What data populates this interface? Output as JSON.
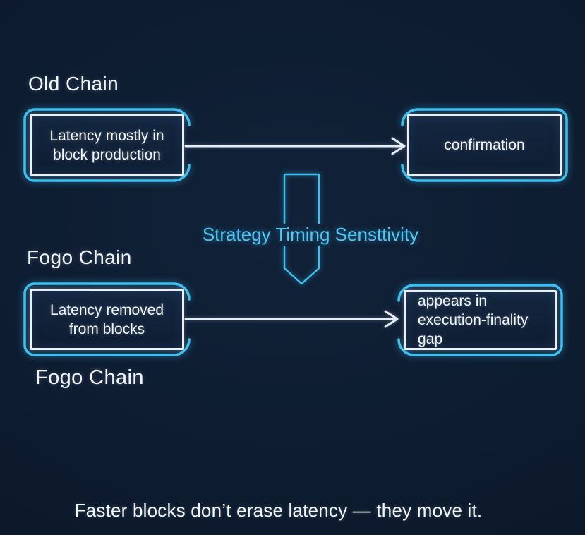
{
  "diagram": {
    "old_chain": {
      "label": "Old Chain",
      "source": "Latency mostly in block production",
      "target": "confirmation"
    },
    "center": {
      "label": "Strategy Timing Sensttivity"
    },
    "fogo_chain": {
      "label_above": "Fogo Chain",
      "source": "Latency removed from blocks",
      "target": "appears in execution-finality gap",
      "label_below": "Fogo Chain"
    },
    "caption": "Faster blocks don’t erase latency — they move it."
  },
  "colors": {
    "background": "#0d1b2e",
    "neon_cyan": "#3cc0f0",
    "accent_text_cyan": "#4ec9f6",
    "line_white": "#e7edf4",
    "text_white": "#f2f6fa"
  }
}
